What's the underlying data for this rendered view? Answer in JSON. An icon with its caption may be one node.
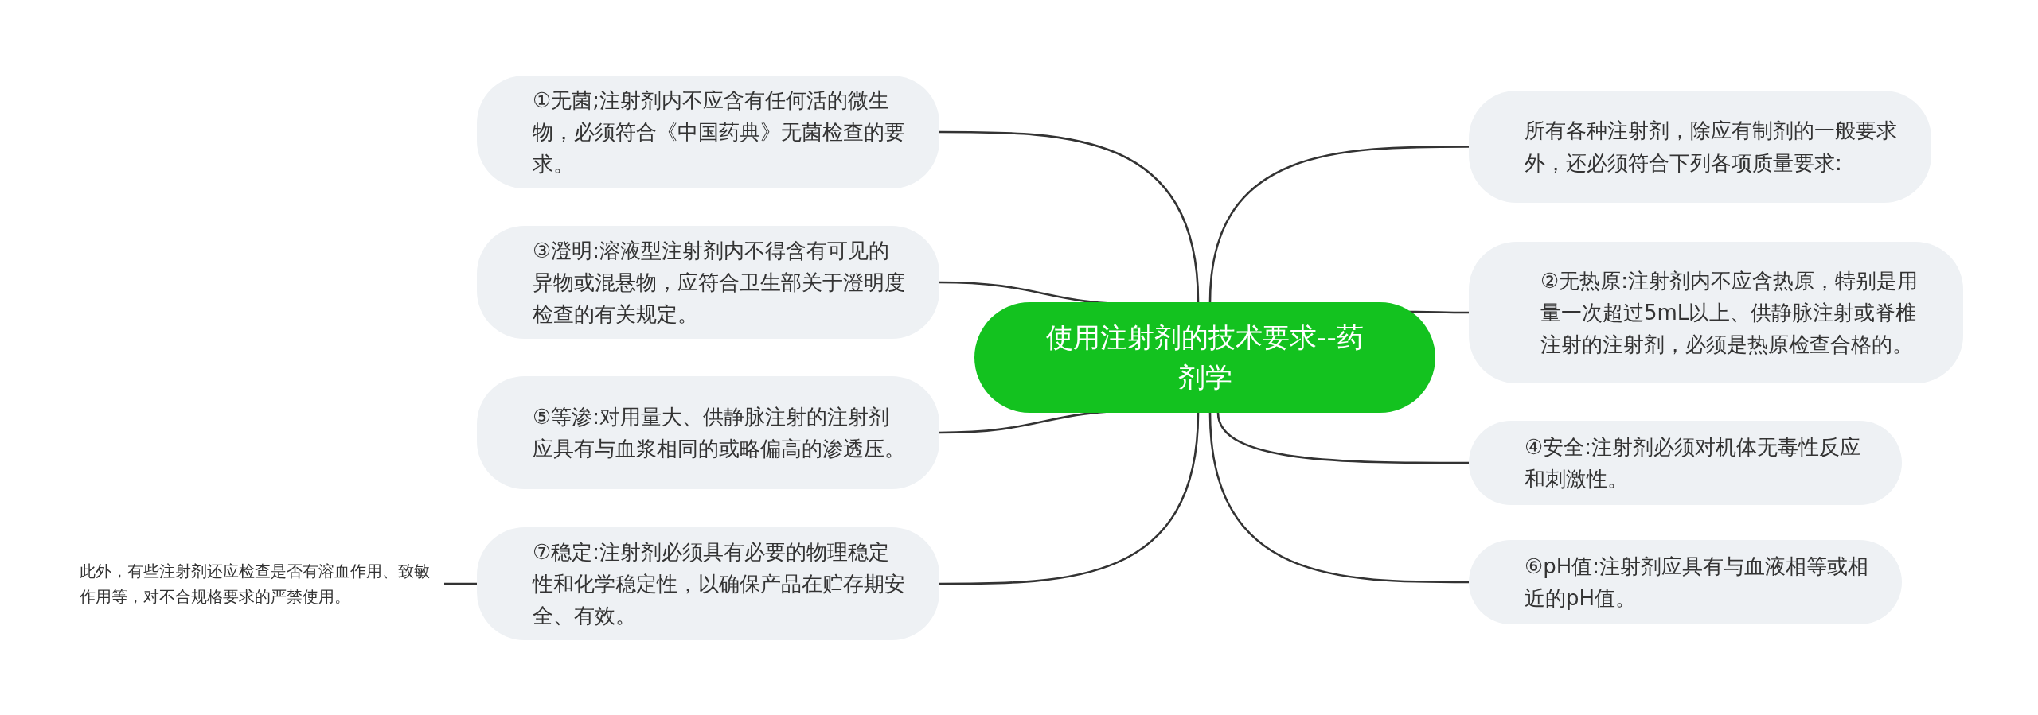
{
  "diagram": {
    "nodes": [
      {
        "text": [
          "使用注射剂的技术要求--药剂学"
        ]
      },
      {
        "text": [
          "①无菌;注射剂内不应含有任何活的微生物，必须符合《中国药典》无菌检查的要求。"
        ]
      },
      {
        "text": [
          "③澄明:溶液型注射剂内不得含有可见的异物或混悬物，应符合卫生部关于澄明度检查的有关规定。"
        ]
      },
      {
        "text": [
          "⑤等渗:对用量大、供静脉注射的注射剂应具有与血浆相同的或略偏高的渗透压。"
        ]
      },
      {
        "text": [
          "⑦稳定:注射剂必须具有必要的物理稳定性和化学稳定性，以确保产品在贮存期安全、有效。"
        ]
      },
      {
        "text": [
          "此外，有些注射剂还应检查是否有溶血作用、致敏作用等，对不合规格要求的严禁使用。"
        ]
      },
      {
        "text": [
          "所有各种注射剂，除应有制剂的一般要求外，还必须符合下列各项质量要求:"
        ]
      },
      {
        "text": [
          "②无热原:注射剂内不应含热原，特别是用量一次超过5mL以上、供静脉注射或脊椎注射的注射剂，必须是热原检查合格的。"
        ]
      },
      {
        "text": [
          "④安全:注射剂必须对机体无毒性反应和刺激性。"
        ]
      },
      {
        "text": [
          "⑥pH值:注射剂应具有与血液相等或相近的pH值。"
        ]
      }
    ],
    "edges": [
      {
        "from": 0,
        "to": 1,
        "arrow": "none"
      },
      {
        "from": 0,
        "to": 2,
        "arrow": "none"
      },
      {
        "from": 0,
        "to": 3,
        "arrow": "none"
      },
      {
        "from": 0,
        "to": 4,
        "arrow": "none"
      },
      {
        "from": 4,
        "to": 5,
        "arrow": "none"
      },
      {
        "from": 0,
        "to": 6,
        "arrow": "none"
      },
      {
        "from": 0,
        "to": 7,
        "arrow": "none"
      },
      {
        "from": 0,
        "to": 8,
        "arrow": "none"
      },
      {
        "from": 0,
        "to": 9,
        "arrow": "none"
      }
    ]
  }
}
